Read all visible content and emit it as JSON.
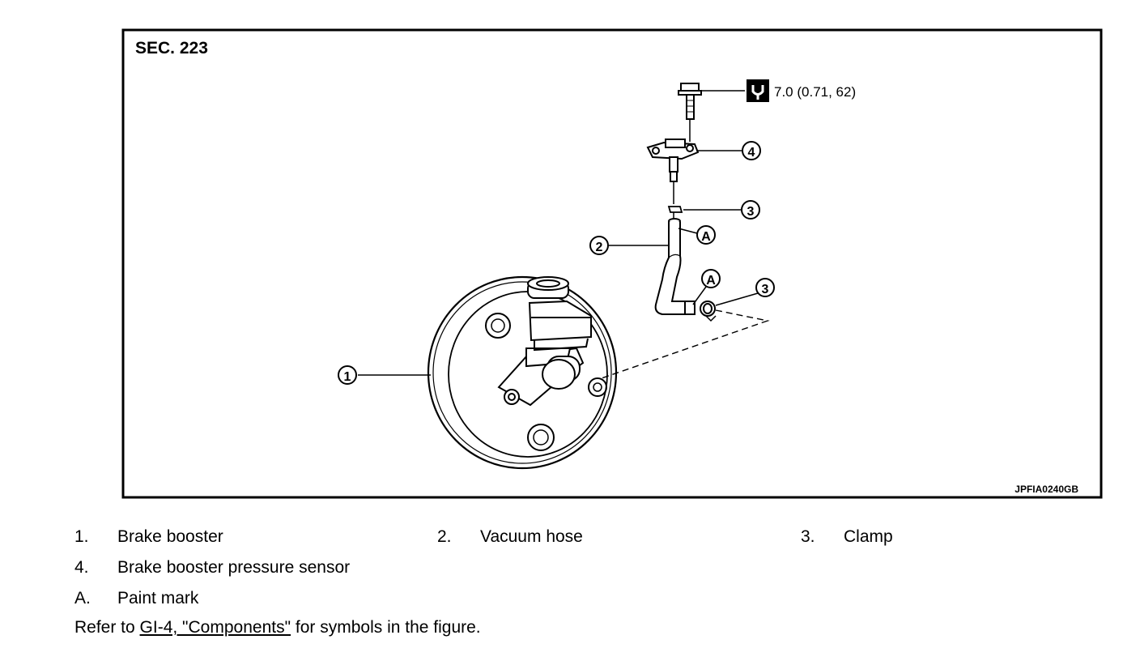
{
  "figure": {
    "section": "SEC. 223",
    "torque_spec": "7.0 (0.71, 62)",
    "torque_icon": "torque-wrench-icon",
    "figure_code": "JPFIA0240GB",
    "callouts": {
      "brake_booster": "1",
      "vacuum_hose": "2",
      "clamp_upper": "3",
      "clamp_lower": "3",
      "pressure_sensor": "4",
      "paint_mark_upper": "A",
      "paint_mark_lower": "A"
    }
  },
  "legend": [
    {
      "num": "1.",
      "label": "Brake booster"
    },
    {
      "num": "2.",
      "label": "Vacuum hose"
    },
    {
      "num": "3.",
      "label": "Clamp"
    },
    {
      "num": "4.",
      "label": "Brake booster pressure sensor"
    },
    {
      "num": "A.",
      "label": "Paint mark"
    }
  ],
  "reference": {
    "prefix": "Refer to ",
    "link": "GI-4, \"Components\"",
    "suffix": " for symbols in the figure."
  }
}
